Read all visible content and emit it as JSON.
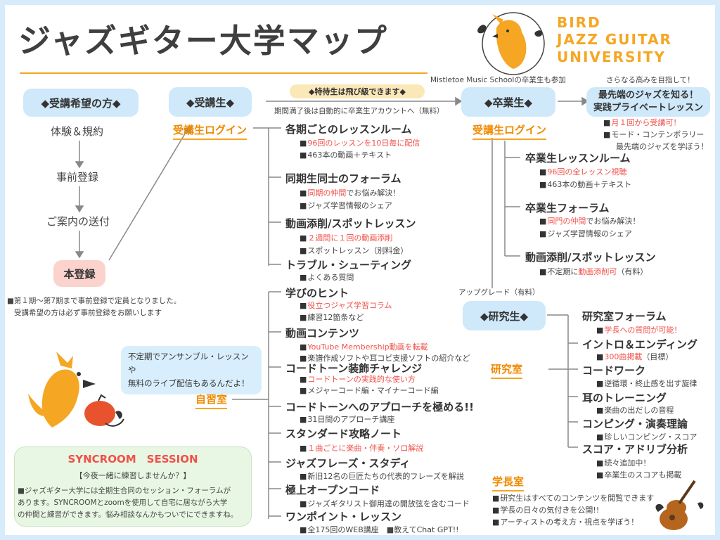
{
  "header": {
    "title": "ジャズギター大学マップ",
    "logo_lines": [
      "BIRD",
      "JAZZ GUITAR",
      "UNIVERSITY"
    ]
  },
  "left": {
    "applicant": "◆受講希望の方◆",
    "steps": [
      "体験＆規約",
      "事前登録",
      "ご案内の送付"
    ],
    "final": "本登録",
    "note1": "■第１期〜第7期まで事前登録で定員となりました。",
    "note2": "受講希望の方は必ず事前登録をお願いします"
  },
  "student": {
    "pill": "◆受講生◆",
    "login": "受講生ログイン",
    "special": "◆特待生は飛び級できます◆",
    "auto": "期間満了後は自動的に卒業生アカウントへ（無料）",
    "sections": [
      {
        "title": "各期ごとのレッスンルーム",
        "items": [
          {
            "text": "96回のレッスンを10日毎に配信",
            "red": "96回のレッスンを10日毎に配信"
          },
          {
            "text": "463本の動画＋テキスト"
          }
        ]
      },
      {
        "title": "同期生同士のフォーラム",
        "items": [
          {
            "red": "同期の仲間",
            "text": "でお悩み解決！"
          },
          {
            "text": "ジャズ学習情報のシェア"
          }
        ]
      },
      {
        "title": "動画添削/スポットレッスン",
        "items": [
          {
            "red": "２週間に１回の動画添削"
          },
          {
            "text": "スポットレッスン（別料金）"
          }
        ]
      },
      {
        "title": "トラブル・シューティング",
        "items": [
          {
            "text": "よくある質問"
          }
        ]
      }
    ],
    "self_sections": [
      {
        "title": "学びのヒント",
        "items": [
          {
            "red": "役立つジャズ学習コラム"
          },
          {
            "text": "練習12箇条など"
          }
        ]
      },
      {
        "title": "動画コンテンツ",
        "items": [
          {
            "red": "YouTube Membership動画を転載"
          },
          {
            "text": "楽譜作成ソフトや耳コピ支援ソフトの紹介など"
          }
        ]
      },
      {
        "title": "コードトーン装飾チャレンジ",
        "items": [
          {
            "red": "コードトーンの実践的な使い方"
          },
          {
            "text": "メジャーコード編・マイナーコード編"
          }
        ]
      },
      {
        "title": "コードトーンへのアプローチを極める!!",
        "items": [
          {
            "text": "31日間のアプローチ講座"
          }
        ]
      },
      {
        "title": "スタンダード攻略ノート",
        "items": [
          {
            "red": "１曲ごとに楽曲・伴奏・ソロ解説"
          }
        ]
      },
      {
        "title": "ジャズフレーズ・スタディ",
        "items": [
          {
            "text": "新旧12名の巨匠たちの代表的フレーズを解説"
          }
        ]
      },
      {
        "title": "極上オープンコード",
        "items": [
          {
            "text": "ジャズギタリスト御用達の開放弦を含むコード"
          }
        ]
      },
      {
        "title": "ワンポイント・レッスン",
        "items": [
          {
            "text": "全175回のWEB講座　■教えてChat GPT!!"
          }
        ]
      }
    ],
    "self_room": "自習室"
  },
  "graduate": {
    "mistletoe": "Mistletoe Music Schoolの卒業生も参加",
    "pill": "◆卒業生◆",
    "login": "受講生ログイン",
    "sections": [
      {
        "title": "卒業生レッスンルーム",
        "items": [
          {
            "red": "96回の全レッスン視聴"
          },
          {
            "text": "463本の動画＋テキスト"
          }
        ]
      },
      {
        "title": "卒業生フォーラム",
        "items": [
          {
            "red": "同門の仲間",
            "text": "でお悩み解決！"
          },
          {
            "text": "ジャズ学習情報のシェア"
          }
        ]
      },
      {
        "title": "動画添削/スポットレッスン",
        "items": [
          {
            "text": "不定期に",
            "red": "動画添削可",
            "suffix": "（有料）"
          }
        ]
      }
    ],
    "upgrade": "アップグレード（有料）"
  },
  "private": {
    "higher": "さらなる高みを目指して！",
    "pill_line1": "最先端のジャズを知る！",
    "pill_line2": "実践プライベートレッスン",
    "items": [
      {
        "red": "月１回から受講可！"
      },
      {
        "text": "モード・コンテンポラリー"
      }
    ],
    "tail": "最先端のジャズを学ぼう！"
  },
  "research": {
    "pill": "◆研究生◆",
    "room": "研究室",
    "sections": [
      {
        "title": "研究室フォーラム",
        "items": [
          {
            "red": "学長への質問が可能！"
          }
        ]
      },
      {
        "title": "イントロ＆エンディング",
        "items": [
          {
            "red": "300曲掲載",
            "text": "（目標）"
          }
        ]
      },
      {
        "title": "コードワーク",
        "items": [
          {
            "text": "逆循環・終止感を出す旋律"
          }
        ]
      },
      {
        "title": "耳のトレーニング",
        "items": [
          {
            "text": "楽曲の出だしの音程"
          }
        ]
      },
      {
        "title": "コンピング・演奏理論",
        "items": [
          {
            "text": "珍しいコンピング・スコア"
          }
        ]
      },
      {
        "title": "スコア・アドリブ分析",
        "items": [
          {
            "text": "続々追加中！"
          },
          {
            "text": "卒業生のスコアも掲載"
          }
        ]
      }
    ]
  },
  "president": {
    "room": "学長室",
    "items": [
      "研究生はすべてのコンテンツを閲覧できます",
      "学長の日々の気付きを公開!!",
      "アーティストの考え方・視点を学ぼう！"
    ]
  },
  "bubble": {
    "line1": "不定期でアンサンブル・レッスンや",
    "line2": "無料のライブ配信もあるんだよ！"
  },
  "session": {
    "title": "SYNCROOM　SESSION",
    "subtitle": "【今夜一緒に練習しませんか？】",
    "body1": "■ジャズギター大学には全期生合同のセッション・フォーラムが",
    "body2": "あります。SYNCROOMとzoomを使用して自宅に居ながら大学",
    "body3": "の仲間と練習ができます。悩み相談なんかもついでにできますね。"
  },
  "colors": {
    "accent": "#f5a623",
    "orange_text": "#f08a00",
    "red": "#f0504a",
    "pill_blue": "#cfe8fa",
    "pill_pink": "#fbd3cc",
    "frame": "#d7ecfb",
    "session_green": "#e8f7e3"
  }
}
